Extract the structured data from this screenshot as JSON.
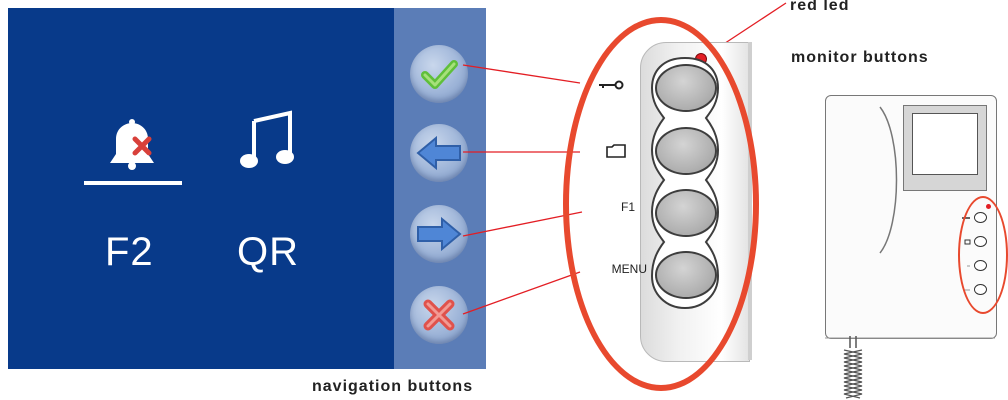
{
  "screen": {
    "menu_items": [
      {
        "icon": "bell-muted-icon",
        "label": "F2",
        "selected": true
      },
      {
        "icon": "music-note-icon",
        "label": "QR",
        "selected": false
      }
    ],
    "nav_buttons": [
      {
        "icon": "checkmark-icon"
      },
      {
        "icon": "arrow-left-icon"
      },
      {
        "icon": "arrow-right-icon"
      },
      {
        "icon": "close-icon"
      }
    ]
  },
  "panel": {
    "keys": [
      {
        "icon": "key-icon",
        "label": ""
      },
      {
        "icon": "intercom-icon",
        "label": ""
      },
      {
        "icon": "",
        "label": "F1"
      },
      {
        "icon": "",
        "label": "MENU"
      }
    ]
  },
  "captions": {
    "red_led": "red led",
    "monitor_buttons": "monitor buttons",
    "navigation_buttons": "navigation buttons"
  },
  "colors": {
    "screen_bg": "#083a8a",
    "nav_strip": "#5b7db7",
    "highlight_oval": "#e8492e",
    "led": "#e31e24",
    "connector_lines": "#e31e24"
  }
}
